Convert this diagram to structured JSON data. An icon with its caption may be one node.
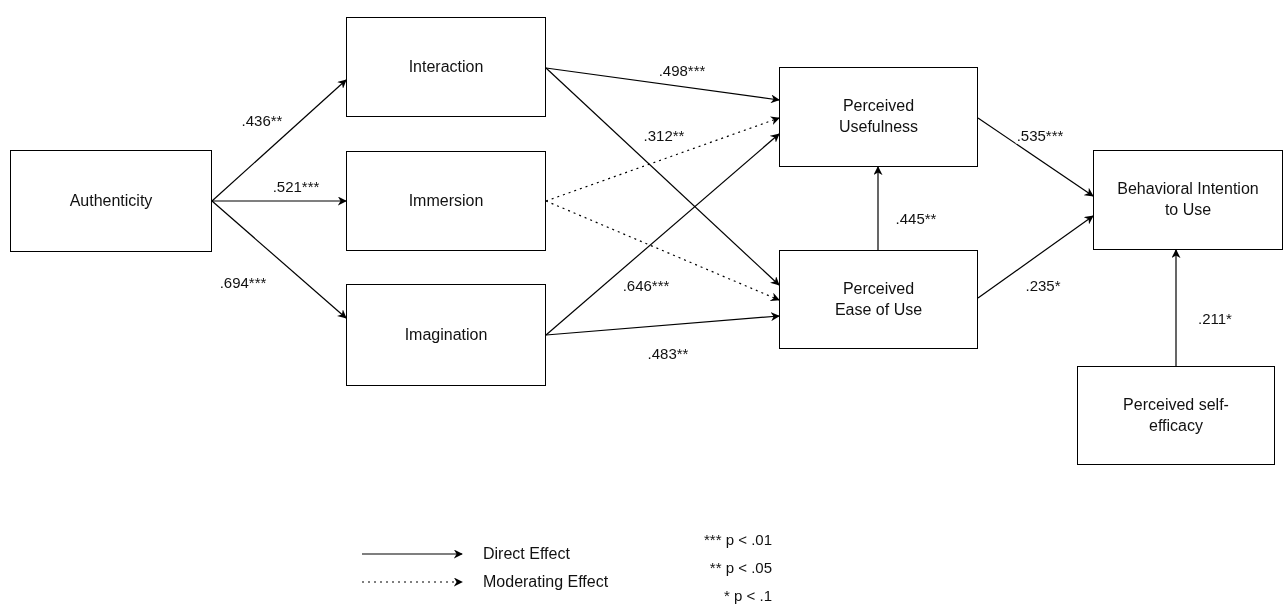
{
  "diagram": {
    "nodes": [
      {
        "text": [
          "Authenticity"
        ]
      },
      {
        "text": [
          "Interaction"
        ]
      },
      {
        "text": [
          "Immersion"
        ]
      },
      {
        "text": [
          "Imagination"
        ]
      },
      {
        "text": [
          "Perceived Usefulness"
        ]
      },
      {
        "text": [
          "Perceived Ease of Use"
        ]
      },
      {
        "text": [
          "Behavioral Intention to Use"
        ]
      },
      {
        "text": [
          "Perceived self-efficacy"
        ]
      }
    ],
    "edges": [
      {
        "from": 0,
        "to": 1,
        "arrow": "to",
        "label": ".436**"
      },
      {
        "from": 0,
        "to": 2,
        "arrow": "to",
        "label": ".521***"
      },
      {
        "from": 0,
        "to": 3,
        "arrow": "to",
        "label": ".694***"
      },
      {
        "from": 1,
        "to": 4,
        "arrow": "to",
        "label": ".498***"
      },
      {
        "from": 1,
        "to": 5,
        "arrow": "to",
        "label": ".312**"
      },
      {
        "from": 2,
        "to": 4,
        "arrow": "to",
        "style": "dashed"
      },
      {
        "from": 2,
        "to": 5,
        "arrow": "to",
        "style": "dashed"
      },
      {
        "from": 3,
        "to": 4,
        "arrow": "to",
        "label": ".646***"
      },
      {
        "from": 3,
        "to": 5,
        "arrow": "to",
        "label": ".483**"
      },
      {
        "from": 5,
        "to": 4,
        "arrow": "to",
        "label": ".445**"
      },
      {
        "from": 4,
        "to": 6,
        "arrow": "to",
        "label": ".535***"
      },
      {
        "from": 5,
        "to": 6,
        "arrow": "to",
        "label": ".235*"
      },
      {
        "from": 7,
        "to": 6,
        "arrow": "to",
        "label": ".211*"
      }
    ],
    "labels": [
      "*** p < .01",
      "** p < .05",
      "* p < .1"
    ],
    "legend": [
      {
        "text": "Direct Effect"
      },
      {
        "text": "Moderating Effect"
      }
    ]
  }
}
